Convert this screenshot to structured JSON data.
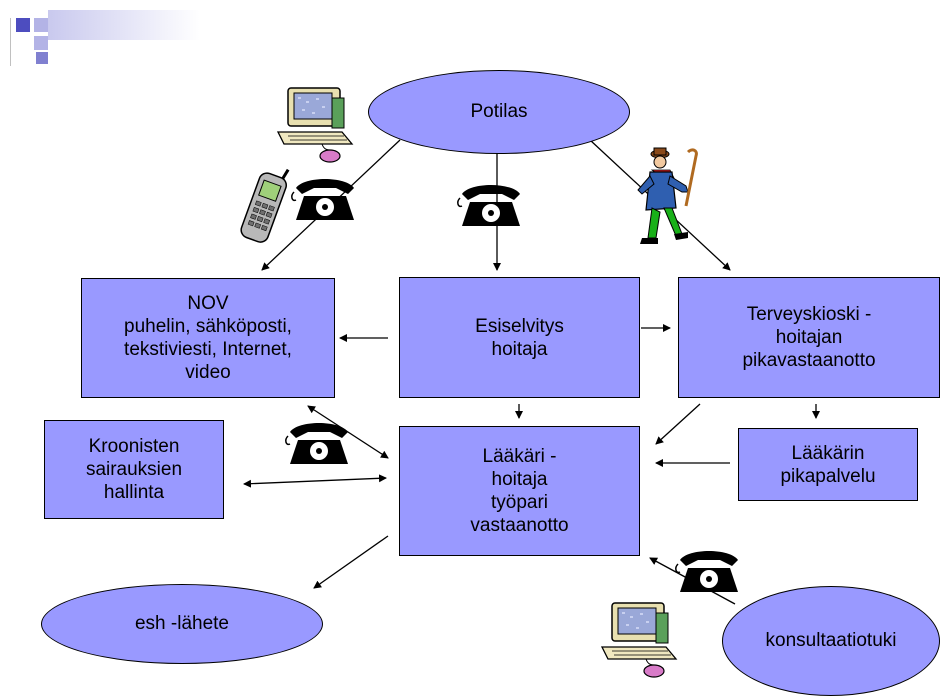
{
  "nodes": {
    "potilas": {
      "lines": [
        "Potilas"
      ]
    },
    "nov": {
      "lines": [
        "NOV",
        "puhelin, sähköposti,",
        "tekstiviesti, Internet,",
        "video"
      ]
    },
    "esiselvitys": {
      "lines": [
        "Esiselvitys",
        "hoitaja"
      ]
    },
    "terveyskioski": {
      "lines": [
        "Terveyskioski -",
        "hoitajan",
        "pikavastaanotto"
      ]
    },
    "kroonisten": {
      "lines": [
        "Kroonisten",
        "sairauksien",
        "hallinta"
      ]
    },
    "laakari_hoitaja": {
      "lines": [
        "Lääkäri -",
        "hoitaja",
        "työpari",
        "vastaanotto"
      ]
    },
    "pikapalvelu": {
      "lines": [
        "Lääkärin",
        "pikapalvelu"
      ]
    },
    "esh": {
      "lines": [
        "esh -lähete"
      ]
    },
    "konsultaatiotuki": {
      "lines": [
        "konsultaatiotuki"
      ]
    }
  },
  "colors": {
    "node_fill": "#9999ff",
    "accent_dark": "#4d4dbf",
    "accent_light": "#b3b3e6",
    "accent_faint": "#dcdcf2"
  },
  "icons": [
    "computer-icon",
    "mobile-phone-icon",
    "telephone-icon",
    "walking-man-icon"
  ]
}
